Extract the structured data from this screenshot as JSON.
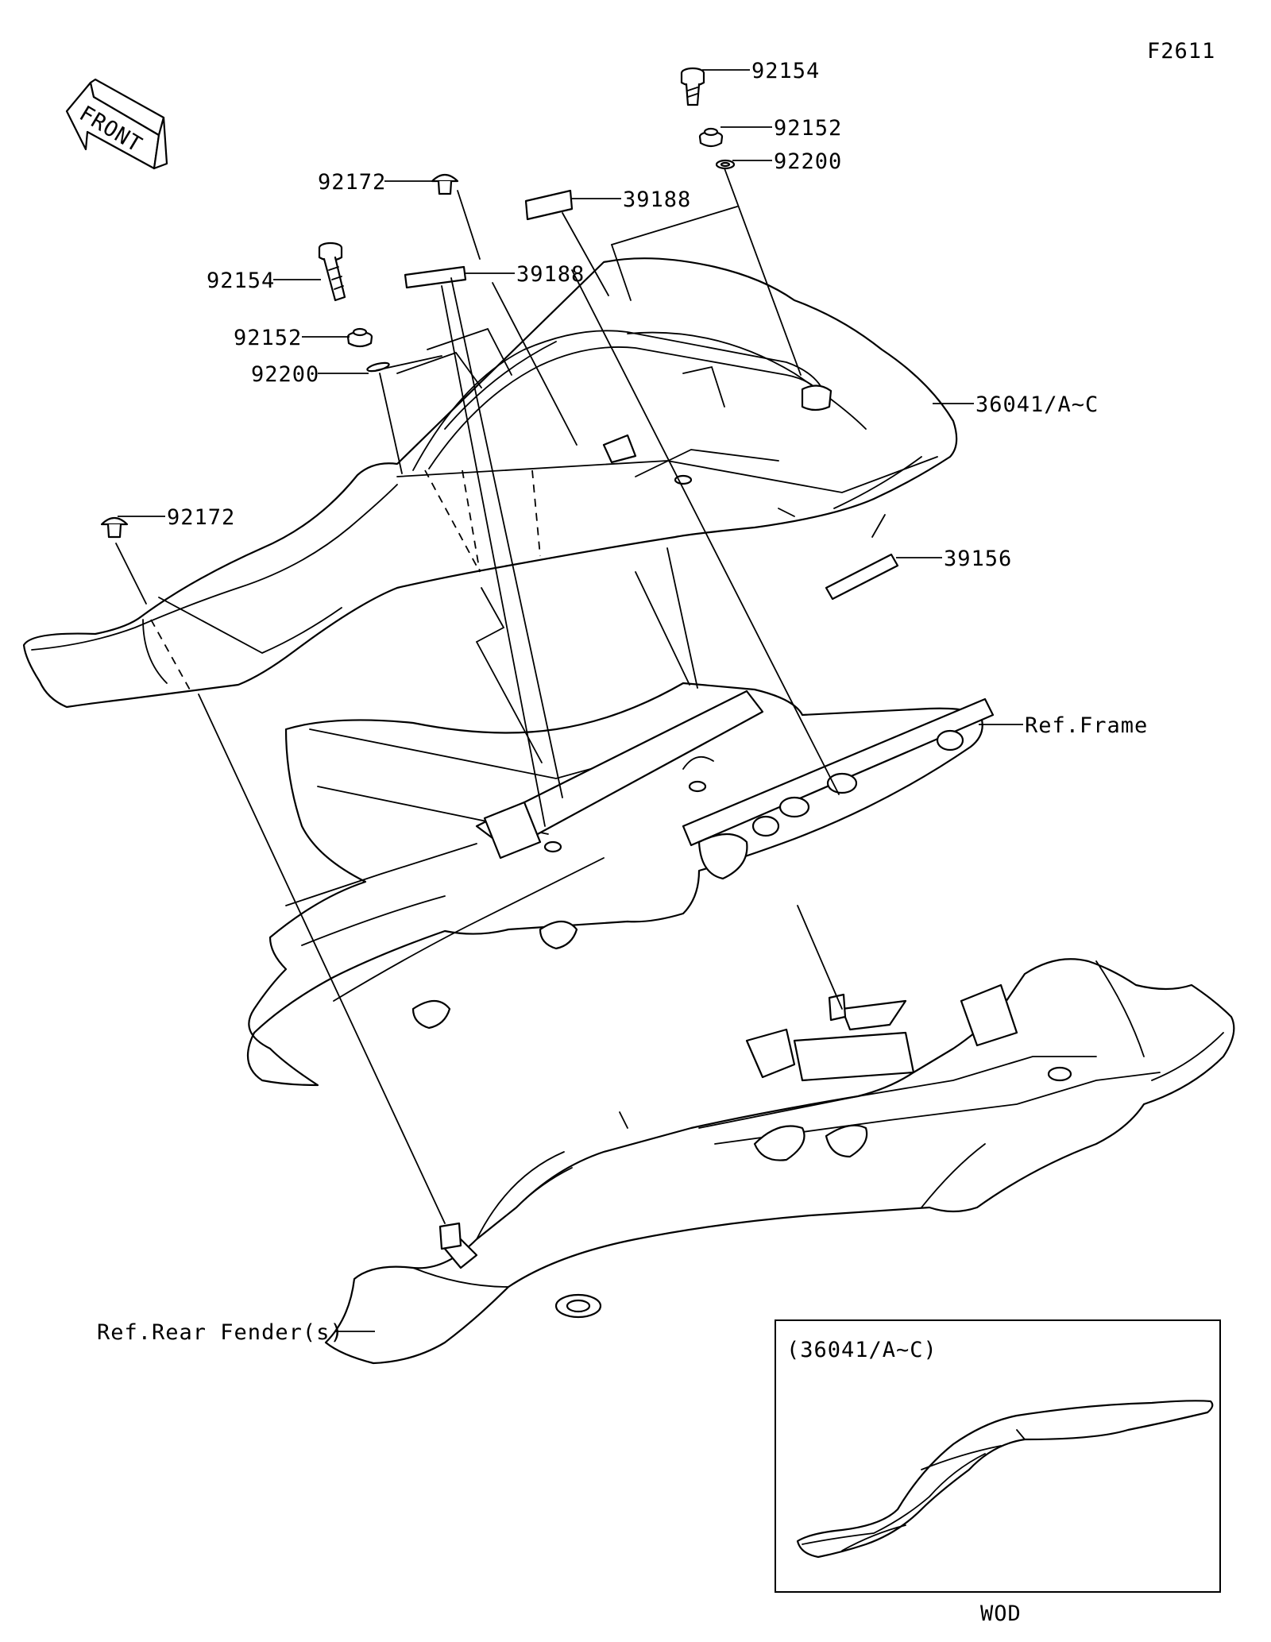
{
  "figure_id": "F2611",
  "front_indicator": {
    "text": "FRONT",
    "icon": "front-arrow-icon"
  },
  "callouts": [
    {
      "id": "bolt-top-right",
      "part_no": "92154"
    },
    {
      "id": "collar-top-right",
      "part_no": "92152"
    },
    {
      "id": "washer-top-right",
      "part_no": "92200"
    },
    {
      "id": "screw-top",
      "part_no": "92172"
    },
    {
      "id": "label-top",
      "part_no": "39188"
    },
    {
      "id": "bolt-left",
      "part_no": "92154"
    },
    {
      "id": "label-mid",
      "part_no": "39188"
    },
    {
      "id": "collar-left",
      "part_no": "92152"
    },
    {
      "id": "washer-left",
      "part_no": "92200"
    },
    {
      "id": "seat-cover",
      "part_no": "36041/A~C"
    },
    {
      "id": "screw-left",
      "part_no": "92172"
    },
    {
      "id": "label-lower",
      "part_no": "39156"
    }
  ],
  "references": {
    "frame": "Ref.Frame",
    "rear_fender": "Ref.Rear Fender(s)"
  },
  "inset": {
    "title": "(36041/A~C)",
    "caption": "WOD"
  }
}
